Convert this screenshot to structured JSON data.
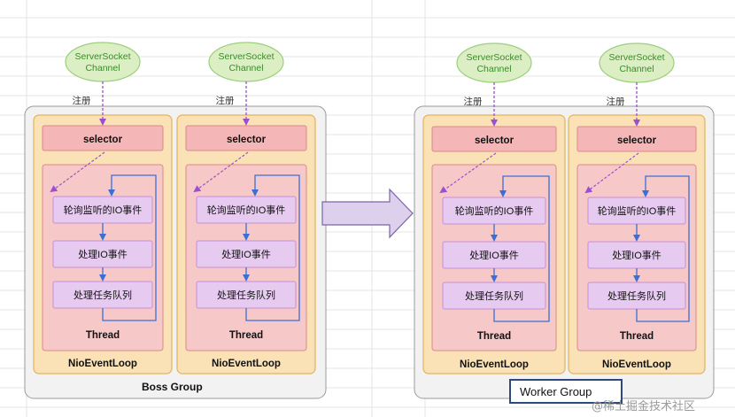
{
  "nodes": {
    "channel": [
      "ServerSocket",
      "Channel"
    ],
    "register": "注册",
    "selector": "selector",
    "poll": "轮询监听的IO事件",
    "process_io": "处理IO事件",
    "process_tasks": "处理任务队列",
    "thread": "Thread",
    "loop": "NioEventLoop"
  },
  "groups": {
    "boss": "Boss Group",
    "worker": "Worker Group"
  },
  "watermark": "@稀土掘金技术社区",
  "colors": {
    "channel_fill": "#dcefc4",
    "channel_text": "#3a8a2a",
    "loop_fill": "#fbe2b6",
    "loop_stroke": "#e2b25a",
    "selector_fill": "#f4b6b6",
    "thread_fill": "#f7c8c8",
    "step_fill": "#e6caf0",
    "step_stroke": "#c78fd8",
    "group_fill": "#f2f2f2",
    "blue_arrow": "#3a6fd8",
    "dashed_arrow": "#9b4fd0",
    "big_arrow_fill": "#dcd0ec",
    "big_arrow_stroke": "#7b64a8"
  }
}
